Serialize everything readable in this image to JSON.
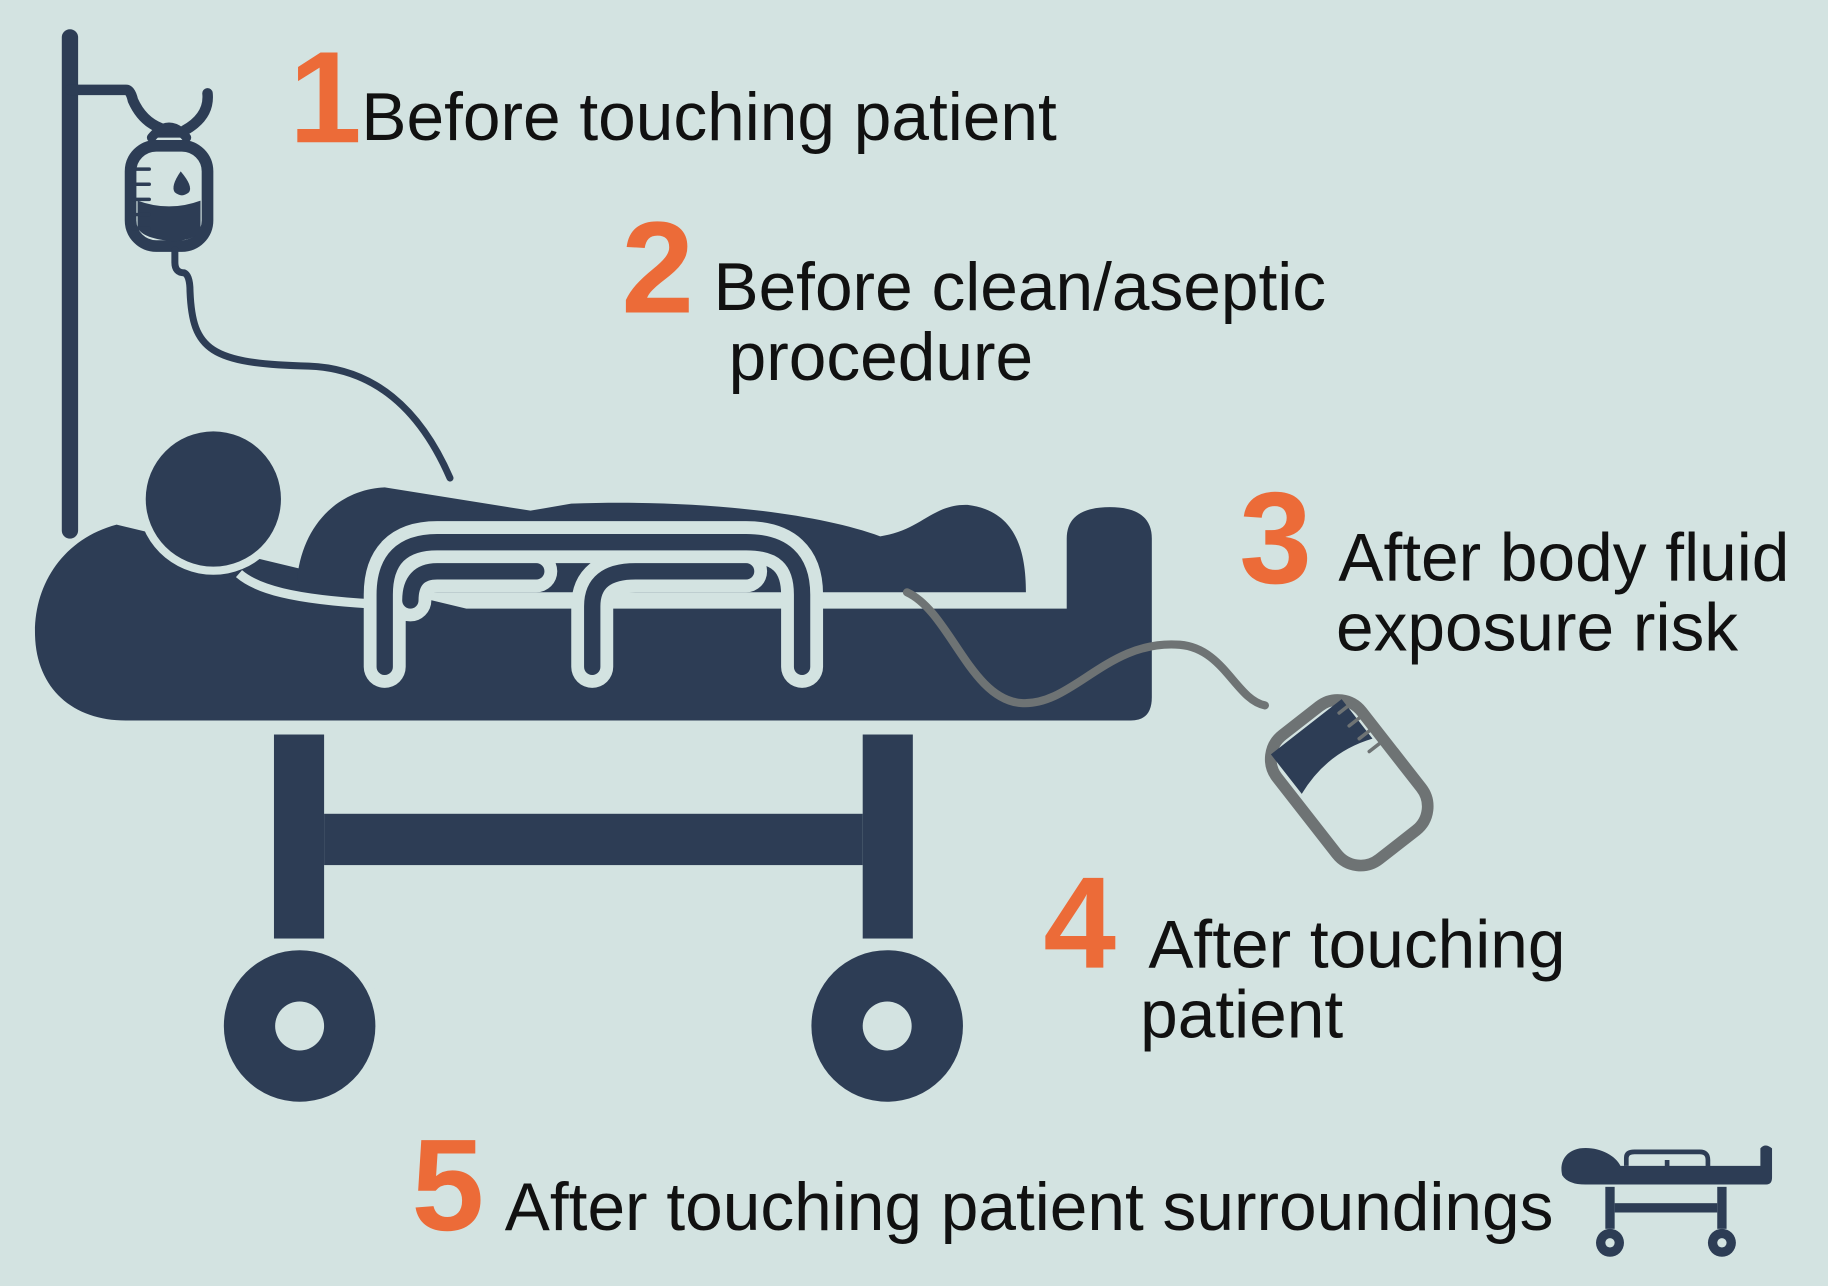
{
  "colors": {
    "background": "#d3e3e1",
    "navy": "#2d3d55",
    "accent": "#ec6b38",
    "tube": "#6e7374"
  },
  "steps": [
    {
      "number": "1",
      "lines": [
        "Before touching patient"
      ]
    },
    {
      "number": "2",
      "lines": [
        "Before clean/aseptic",
        "procedure"
      ]
    },
    {
      "number": "3",
      "lines": [
        "After body fluid",
        "exposure risk"
      ]
    },
    {
      "number": "4",
      "lines": [
        "After touching",
        "patient"
      ]
    },
    {
      "number": "5",
      "lines": [
        "After touching patient surroundings"
      ]
    }
  ],
  "icons": [
    "iv-bag-icon",
    "patient-bed-icon",
    "drainage-bag-icon",
    "small-bed-icon"
  ]
}
